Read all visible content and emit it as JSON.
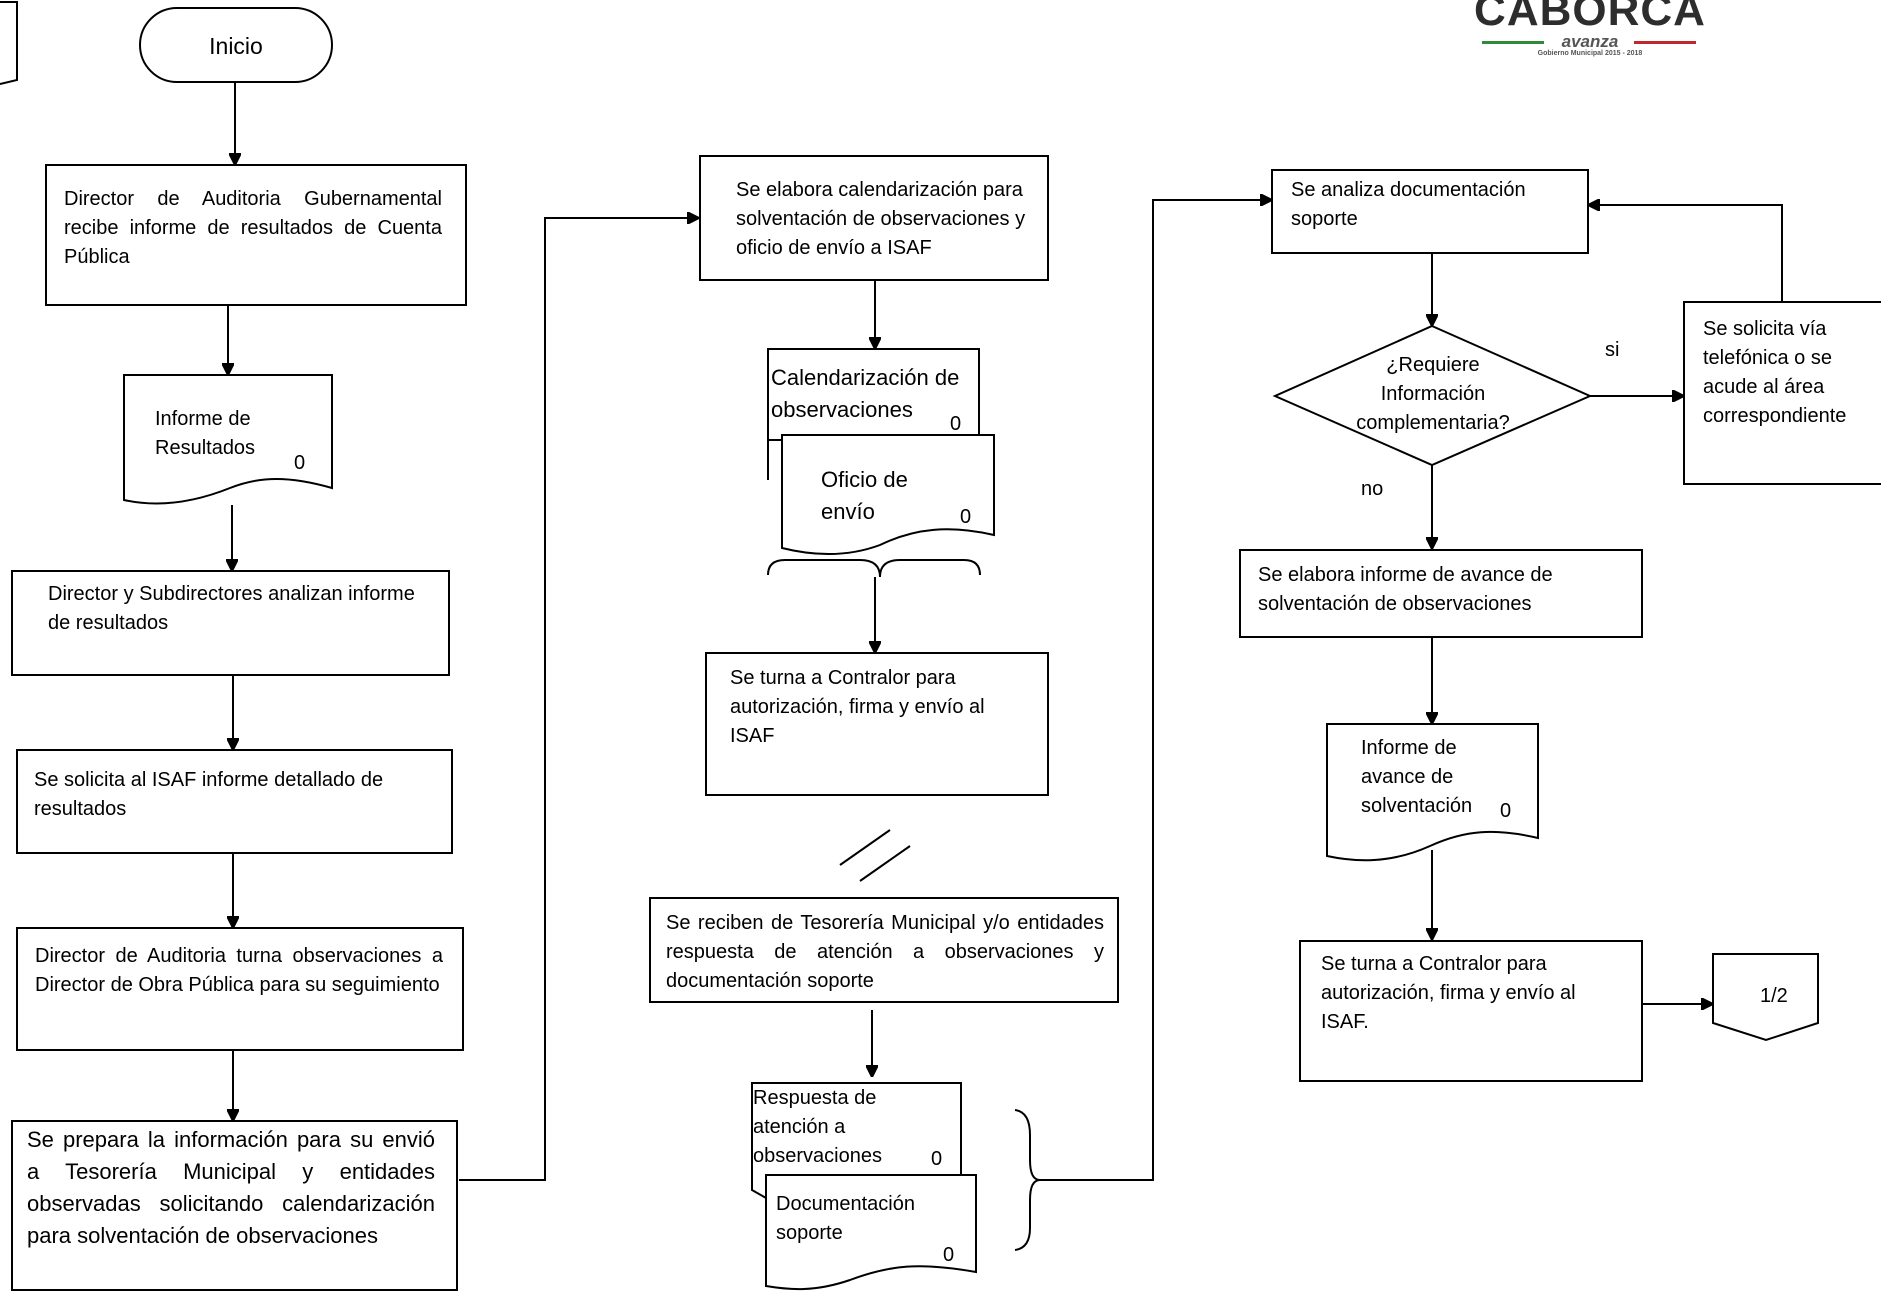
{
  "logo": {
    "title": "CABORCA",
    "subtitle": "avanza",
    "caption": "Gobierno Municipal 2015 - 2018"
  },
  "nodes": {
    "inicio": "Inicio",
    "director_recibe": "Director de Auditoria Gubernamental recibe informe de resultados de Cuenta Pública",
    "informe_resultados_doc": "Informe de Resultados",
    "informe_resultados_num": "0",
    "analizan": "Director y Subdirectores  analizan informe de resultados",
    "solicita_isaf": "Se solicita al ISAF informe detallado de resultados",
    "turna_observaciones": "Director de Auditoria turna observaciones a Director de Obra Pública para su seguimiento",
    "prepara_informacion": "Se prepara la información para su envió a Tesorería Municipal y entidades observadas solicitando calendarización para solventación de observaciones",
    "elabora_calendarizacion": "Se elabora calendarización para solventación de observaciones y oficio de envío a ISAF",
    "calendarizacion_doc": "Calendarización de observaciones",
    "calendarizacion_num": "0",
    "oficio_doc": "Oficio de envío",
    "oficio_num": "0",
    "turna_contralor_1": "Se turna a Contralor para autorización, firma y envío al ISAF",
    "reciben_tesoreria": "Se reciben de Tesorería Municipal y/o entidades respuesta de atención a observaciones y documentación soporte",
    "respuesta_doc": "Respuesta de atención a observaciones",
    "respuesta_num": "0",
    "documentacion_doc": "Documentación soporte",
    "documentacion_num": "0",
    "analiza_documentacion": "Se analiza documentación soporte",
    "decision": "¿Requiere Información complementaria?",
    "label_si": "si",
    "label_no": "no",
    "solicita_via": "Se solicita vía telefónica o se acude al área correspondiente",
    "elabora_informe_avance": "Se elabora informe de avance de solventación de observaciones",
    "informe_avance_doc": "Informe de avance de solventación",
    "informe_avance_num": "0",
    "turna_contralor_2": "Se turna a Contralor para autorización, firma y envío al ISAF.",
    "conector": "1/2"
  }
}
